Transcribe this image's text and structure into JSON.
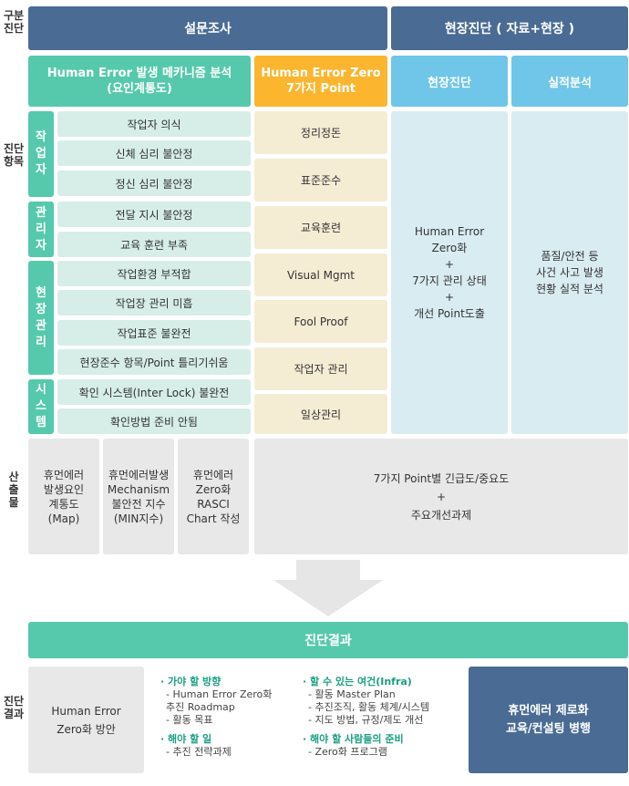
{
  "side_labels": {
    "category": "구분\n진단",
    "items": "진단\n항목",
    "outputs": "산\n출\n물",
    "result": "진단\n결과"
  },
  "headers": {
    "survey": "설문조사",
    "field": "현장진단 ( 자료+현장 )",
    "mechanism": "Human Error 발생 메카니즘 분석\n(요인계통도)",
    "zero_points": "Human Error Zero\n7가지 Point",
    "field_diag": "현장진단",
    "performance": "실적분석"
  },
  "categories": [
    {
      "label": "작\n업\n자",
      "items": [
        "작업자 의식",
        "신체 심리 불안정",
        "정신 심리 불안정"
      ]
    },
    {
      "label": "관\n리\n자",
      "items": [
        "전달 지시 불안정",
        "교육 훈련 부족"
      ]
    },
    {
      "label": "현\n장\n관\n리",
      "items": [
        "작업환경 부적합",
        "작업장 관리 미흡",
        "작업표준 불완전",
        "현장준수 항목/Point 틀리기쉬움"
      ]
    },
    {
      "label": "시\n스\n템",
      "items": [
        "확인 시스템(Inter Lock) 불완전",
        "확인방법 준비 안됨"
      ]
    }
  ],
  "zero_points": [
    "정리정돈",
    "표준준수",
    "교육훈련",
    "Visual Mgmt",
    "Fool Proof",
    "작업자 관리",
    "일상관리"
  ],
  "field_text": "Human Error\nZero화\n+\n7가지 관리 상태\n+\n개선 Point도출",
  "performance_text": "품질/안전 등\n사건 사고 발생\n현황 실적 분석",
  "outputs": [
    "휴먼에러\n발생요인\n계통도\n(Map)",
    "휴먼에러발생\nMechanism\n불안전 지수\n(MIN지수)",
    "휴먼에러\nZero화\nRASCI\nChart 작성"
  ],
  "outputs_right": "7가지 Point별 긴급도/중요도\n+\n주요개선과제",
  "result_bar": "진단결과",
  "result_left": "Human Error\nZero화 방안",
  "result_col1": [
    {
      "head": "가야 할 방향",
      "items": [
        "Human Error Zero화\n추진 Roadmap",
        "활동 목표"
      ]
    },
    {
      "head": "해야 할 일",
      "items": [
        "추진 전략과제"
      ]
    }
  ],
  "result_col2": [
    {
      "head": "할 수 있는 여건(Infra)",
      "items": [
        "활동 Master Plan",
        "추진조직, 활동 체계/시스템",
        "지도 방법, 규정/제도 개선"
      ]
    },
    {
      "head": "해야 할 사람들의 준비",
      "items": [
        "Zero화 프로그램"
      ]
    }
  ],
  "result_right": "휴먼에러 제로화\n교육/컨설팅 병행",
  "colors": {
    "navy": "#4a6b94",
    "teal": "#56c9ad",
    "orange": "#fbb52e",
    "sky": "#6fc6e8",
    "mint_light": "#d6eee7",
    "cream": "#f5ecd4",
    "blue_light": "#d9ecf2",
    "gray": "#e8e8e8"
  }
}
